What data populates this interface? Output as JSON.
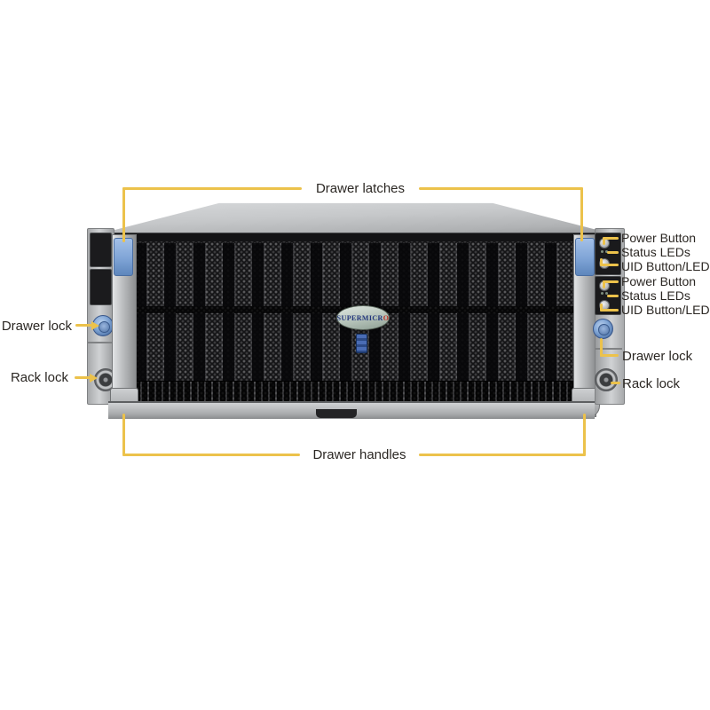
{
  "brand": {
    "logo_text": "SUPERMICR",
    "logo_accent": "O"
  },
  "callouts": {
    "top": {
      "label": "Drawer latches"
    },
    "bottom": {
      "label": "Drawer handles"
    },
    "left": {
      "drawer_lock": "Drawer lock",
      "rack_lock": "Rack lock"
    },
    "right": {
      "drawer_lock": "Drawer lock",
      "rack_lock": "Rack lock"
    },
    "control_panels": [
      {
        "labels": [
          "Power Button",
          "Status LEDs",
          "UID Button/LED"
        ]
      },
      {
        "labels": [
          "Power Button",
          "Status LEDs",
          "UID Button/LED"
        ]
      }
    ]
  },
  "colors": {
    "callout_line": "#ecc24b",
    "label_text": "#2b2723",
    "latch_blue": "#7fa4d6",
    "chassis_gray": "#c0c2c4",
    "mesh_black": "#141416",
    "logo_green": "#b4c2b8"
  }
}
